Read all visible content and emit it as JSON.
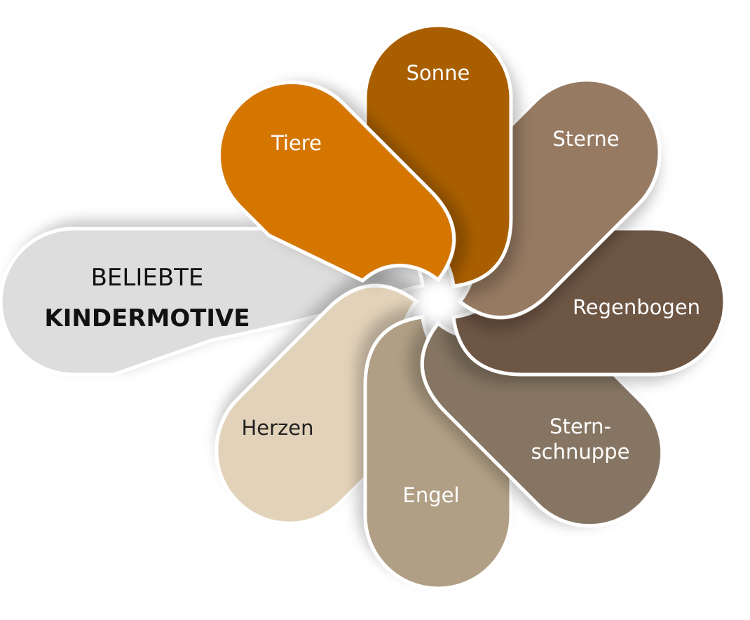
{
  "title": {
    "line1": "BELIEBTE",
    "line2": "KINDERMOTIVE"
  },
  "petals": [
    {
      "label": "Sonne",
      "color": "#a95f04"
    },
    {
      "label": "Sterne",
      "color": "#967a62"
    },
    {
      "label": "Regenbogen",
      "color": "#6e5744"
    },
    {
      "label_line1": "Stern-",
      "label_line2": "schnuppe",
      "color": "#857562"
    },
    {
      "label": "Engel",
      "color": "#b09f85"
    },
    {
      "label": "Herzen",
      "color": "#e2d2b9"
    },
    {
      "label": "Tiere",
      "color": "#d47600"
    }
  ],
  "center_color": "#dddddd"
}
